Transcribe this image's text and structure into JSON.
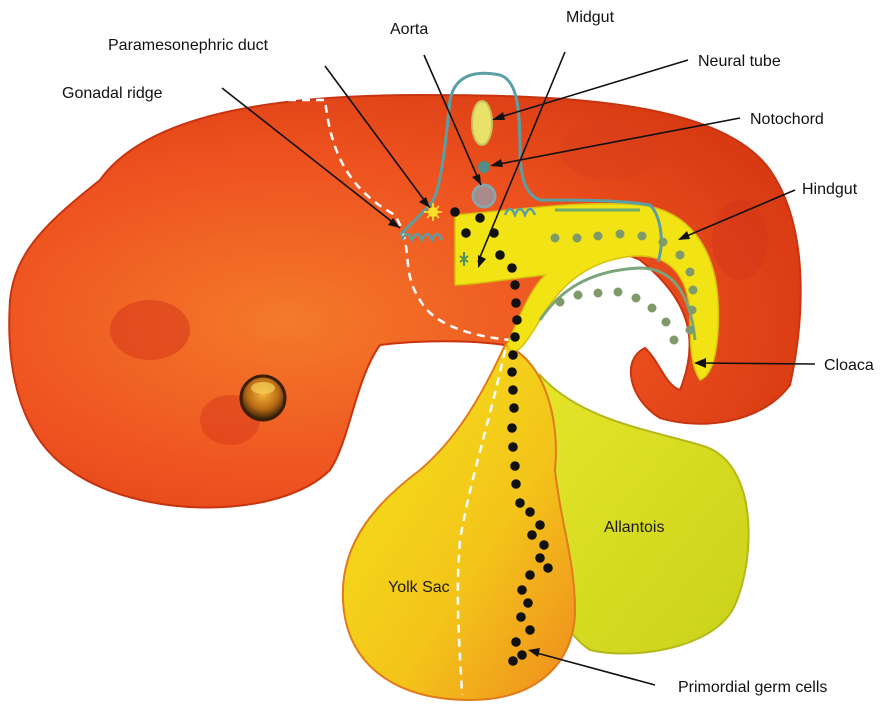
{
  "labels": {
    "paramesonephric_duct": "Paramesonephric duct",
    "aorta": "Aorta",
    "midgut": "Midgut",
    "neural_tube": "Neural tube",
    "gonadal_ridge": "Gonadal ridge",
    "notochord": "Notochord",
    "hindgut": "Hindgut",
    "cloaca": "Cloaca",
    "allantois": "Allantois",
    "yolk_sac": "Yolk Sac",
    "primordial_germ_cells": "Primordial germ cells"
  },
  "colors": {
    "embryo_body": "#ee4a1c",
    "embryo_outline": "#c93410",
    "gut_yellow": "#f2e414",
    "allantois": "#d6dc1f",
    "neural_outline": "#5b9fa6",
    "gut_dots": "#7e9a6a",
    "germ_cells": "#111111"
  }
}
